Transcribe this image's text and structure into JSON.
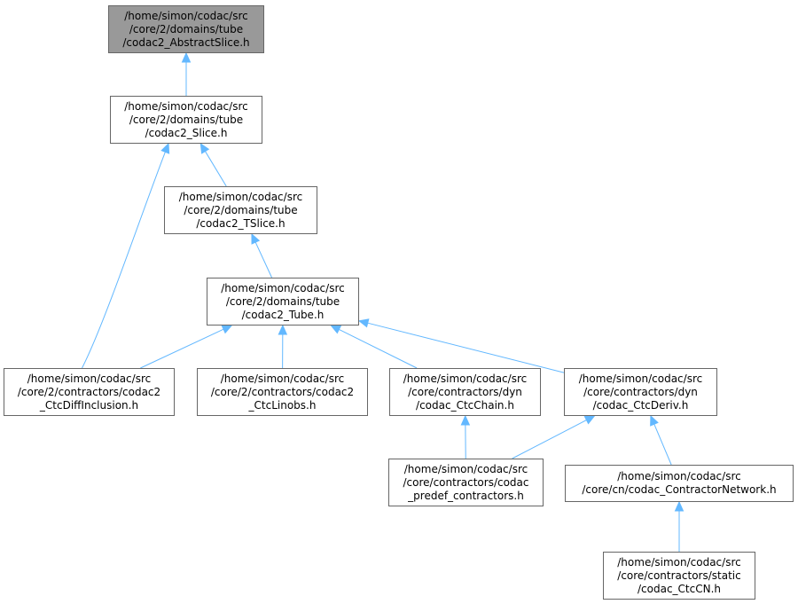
{
  "colors": {
    "edge": "#63b8ff",
    "node_border": "#666666",
    "root_fill": "#999999",
    "node_fill": "#ffffff"
  },
  "nodes": {
    "abstract_slice": {
      "lines": [
        "/home/simon/codac/src",
        "/core/2/domains/tube",
        "/codac2_AbstractSlice.h"
      ]
    },
    "slice": {
      "lines": [
        "/home/simon/codac/src",
        "/core/2/domains/tube",
        "/codac2_Slice.h"
      ]
    },
    "tslice": {
      "lines": [
        "/home/simon/codac/src",
        "/core/2/domains/tube",
        "/codac2_TSlice.h"
      ]
    },
    "tube": {
      "lines": [
        "/home/simon/codac/src",
        "/core/2/domains/tube",
        "/codac2_Tube.h"
      ]
    },
    "ctc_diff_inclusion": {
      "lines": [
        "/home/simon/codac/src",
        "/core/2/contractors/codac2",
        "_CtcDiffInclusion.h"
      ]
    },
    "ctc_linobs": {
      "lines": [
        "/home/simon/codac/src",
        "/core/2/contractors/codac2",
        "_CtcLinobs.h"
      ]
    },
    "ctc_chain": {
      "lines": [
        "/home/simon/codac/src",
        "/core/contractors/dyn",
        "/codac_CtcChain.h"
      ]
    },
    "ctc_deriv": {
      "lines": [
        "/home/simon/codac/src",
        "/core/contractors/dyn",
        "/codac_CtcDeriv.h"
      ]
    },
    "predef_contractors": {
      "lines": [
        "/home/simon/codac/src",
        "/core/contractors/codac",
        "_predef_contractors.h"
      ]
    },
    "contractor_network": {
      "lines": [
        "/home/simon/codac/src",
        "/core/cn/codac_ContractorNetwork.h"
      ]
    },
    "ctc_cn": {
      "lines": [
        "/home/simon/codac/src",
        "/core/contractors/static",
        "/codac_CtcCN.h"
      ]
    }
  },
  "edges": [
    {
      "from": "abstract_slice",
      "to": "slice"
    },
    {
      "from": "slice",
      "to": "tslice"
    },
    {
      "from": "slice",
      "to": "ctc_diff_inclusion"
    },
    {
      "from": "tslice",
      "to": "tube"
    },
    {
      "from": "tube",
      "to": "ctc_diff_inclusion"
    },
    {
      "from": "tube",
      "to": "ctc_linobs"
    },
    {
      "from": "tube",
      "to": "ctc_chain"
    },
    {
      "from": "tube",
      "to": "ctc_deriv"
    },
    {
      "from": "ctc_chain",
      "to": "predef_contractors"
    },
    {
      "from": "ctc_deriv",
      "to": "predef_contractors"
    },
    {
      "from": "ctc_deriv",
      "to": "contractor_network"
    },
    {
      "from": "contractor_network",
      "to": "ctc_cn"
    }
  ]
}
